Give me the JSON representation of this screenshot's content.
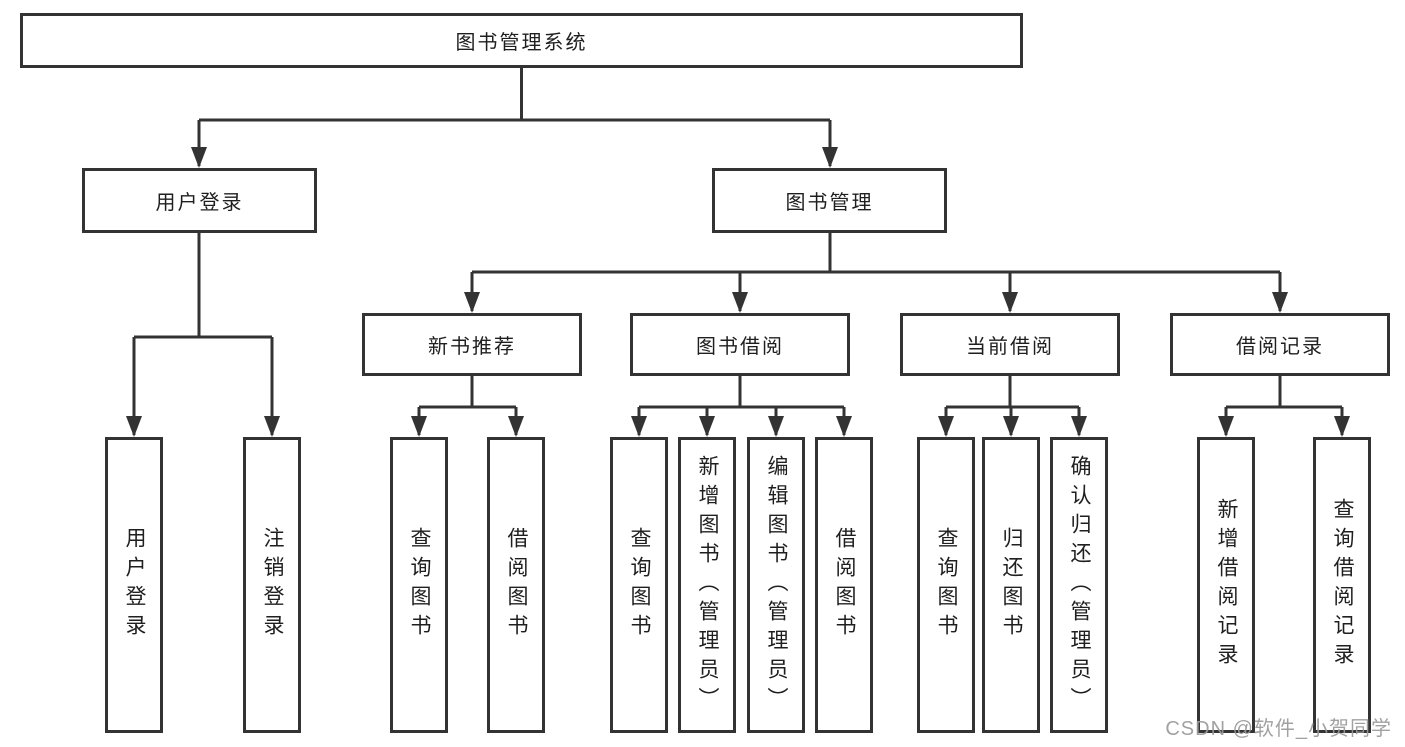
{
  "tree": {
    "root": {
      "label": "图书管理系统"
    },
    "branches": [
      {
        "label": "用户登录",
        "children": [
          {
            "label": "用户登录"
          },
          {
            "label": "注销登录"
          }
        ]
      },
      {
        "label": "图书管理",
        "children": [
          {
            "label": "新书推荐",
            "children": [
              {
                "label": "查询图书"
              },
              {
                "label": "借阅图书"
              }
            ]
          },
          {
            "label": "图书借阅",
            "children": [
              {
                "label": "查询图书"
              },
              {
                "label": "新增图书（管理员）"
              },
              {
                "label": "编辑图书（管理员）"
              },
              {
                "label": "借阅图书"
              }
            ]
          },
          {
            "label": "当前借阅",
            "children": [
              {
                "label": "查询图书"
              },
              {
                "label": "归还图书"
              },
              {
                "label": "确认归还（管理员）"
              }
            ]
          },
          {
            "label": "借阅记录",
            "children": [
              {
                "label": "新增借阅记录"
              },
              {
                "label": "查询借阅记录"
              }
            ]
          }
        ]
      }
    ]
  },
  "watermark": {
    "text": "CSDN @软件_小贺同学"
  },
  "colors": {
    "line": "#333333",
    "border": "#333333",
    "text": "#1f1f1f",
    "watermark": "#9a9a9a",
    "background": "#ffffff"
  }
}
